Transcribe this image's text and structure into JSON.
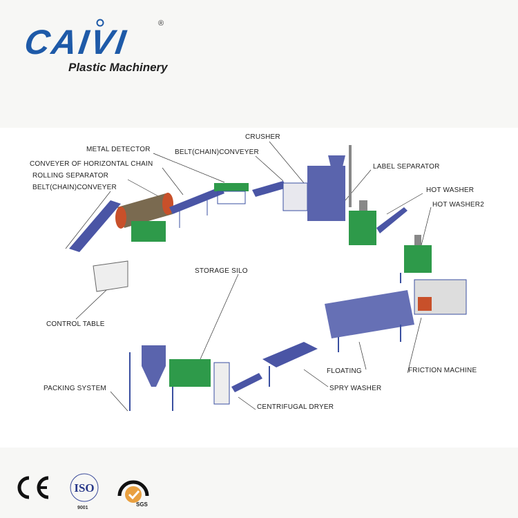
{
  "brand": {
    "name": "CAIVI",
    "registered": "®",
    "subtitle": "Plastic Machinery",
    "color": "#1e5aa8"
  },
  "labels": {
    "metal_detector": "METAL DETECTOR",
    "conveyer_horizontal_chain": "CONVEYER OF HORIZONTAL CHAIN",
    "rolling_separator": "ROLLING SEPARATOR",
    "belt_conveyer_1": "BELT(CHAIN)CONVEYER",
    "crusher": "CRUSHER",
    "belt_conveyer_2": "BELT(CHAIN)CONVEYER",
    "label_separator": "LABEL SEPARATOR",
    "hot_washer": "HOT WASHER",
    "hot_washer2": "HOT WASHER2",
    "storage_silo": "STORAGE SILO",
    "control_table": "CONTROL TABLE",
    "floating": "FLOATING",
    "friction_machine": "FRICTION MACHINE",
    "spry_washer": "SPRY WASHER",
    "packing_system": "PACKING SYSTEM",
    "centrifugal_dryer": "CENTRIFUGAL DRYER"
  },
  "certifications": {
    "ce": "CE",
    "iso": "ISO",
    "iso_number": "9001",
    "sgs": "SGS"
  },
  "colors": {
    "machine_blue": "#3a4fa0",
    "machine_green": "#2e9a4a",
    "drum_red": "#c8502a"
  }
}
